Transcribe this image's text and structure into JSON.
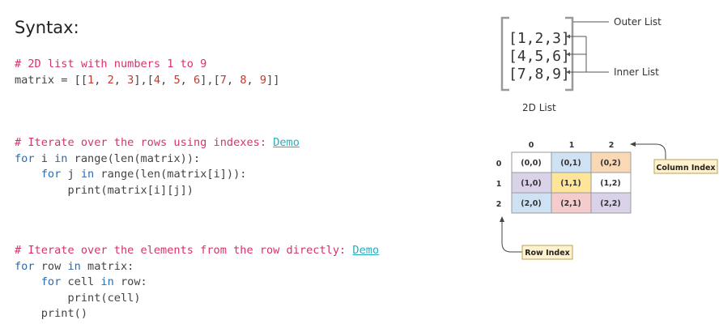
{
  "heading": "Syntax:",
  "block1": {
    "comment": "# 2D list with numbers 1 to 9",
    "code": {
      "prefix": "matrix = [[",
      "n1": "1",
      "n2": "2",
      "n3": "3",
      "n4": "4",
      "n5": "5",
      "n6": "6",
      "n7": "7",
      "n8": "8",
      "n9": "9"
    }
  },
  "block2": {
    "comment": "# Iterate over the rows using indexes: ",
    "demo_label": "Demo",
    "for_kw1": "for",
    "line1_a": " i ",
    "in_kw1": "in",
    "line1_b": " range(len(matrix)):",
    "for_kw2": "for",
    "line2_a": " j ",
    "in_kw2": "in",
    "line2_b": " range(len(matrix[i])):",
    "line3": "print(matrix[i][j])"
  },
  "block3": {
    "comment": "# Iterate over the elements from the row directly: ",
    "demo_label": "Demo",
    "for_kw1": "for",
    "line1_a": " row ",
    "in_kw1": "in",
    "line1_b": " matrix:",
    "for_kw2": "for",
    "line2_a": " cell ",
    "in_kw2": "in",
    "line2_b": " row:",
    "line3": "print(cell)",
    "line4": "print()"
  },
  "figure_list": {
    "rows": [
      "[1,2,3]",
      "[4,5,6]",
      "[7,8,9]"
    ],
    "outer_label": "Outer List",
    "inner_label": "Inner List",
    "caption": "2D List"
  },
  "figure_grid": {
    "col_headers": [
      "0",
      "1",
      "2"
    ],
    "row_headers": [
      "0",
      "1",
      "2"
    ],
    "cells": [
      [
        "(0,0)",
        "(0,1)",
        "(0,2)"
      ],
      [
        "(1,0)",
        "(1,1)",
        "(1,2)"
      ],
      [
        "(2,0)",
        "(2,1)",
        "(2,2)"
      ]
    ],
    "cell_colors": [
      [
        "#ffffff",
        "#cfe2f3",
        "#f9d9b5"
      ],
      [
        "#d9d2e9",
        "#ffe599",
        "#ffffff"
      ],
      [
        "#cfe2f3",
        "#f4cccc",
        "#d9d2e9"
      ]
    ],
    "column_index_label": "Column Index",
    "row_index_label": "Row Index",
    "label_bg": "#fff2cc"
  }
}
